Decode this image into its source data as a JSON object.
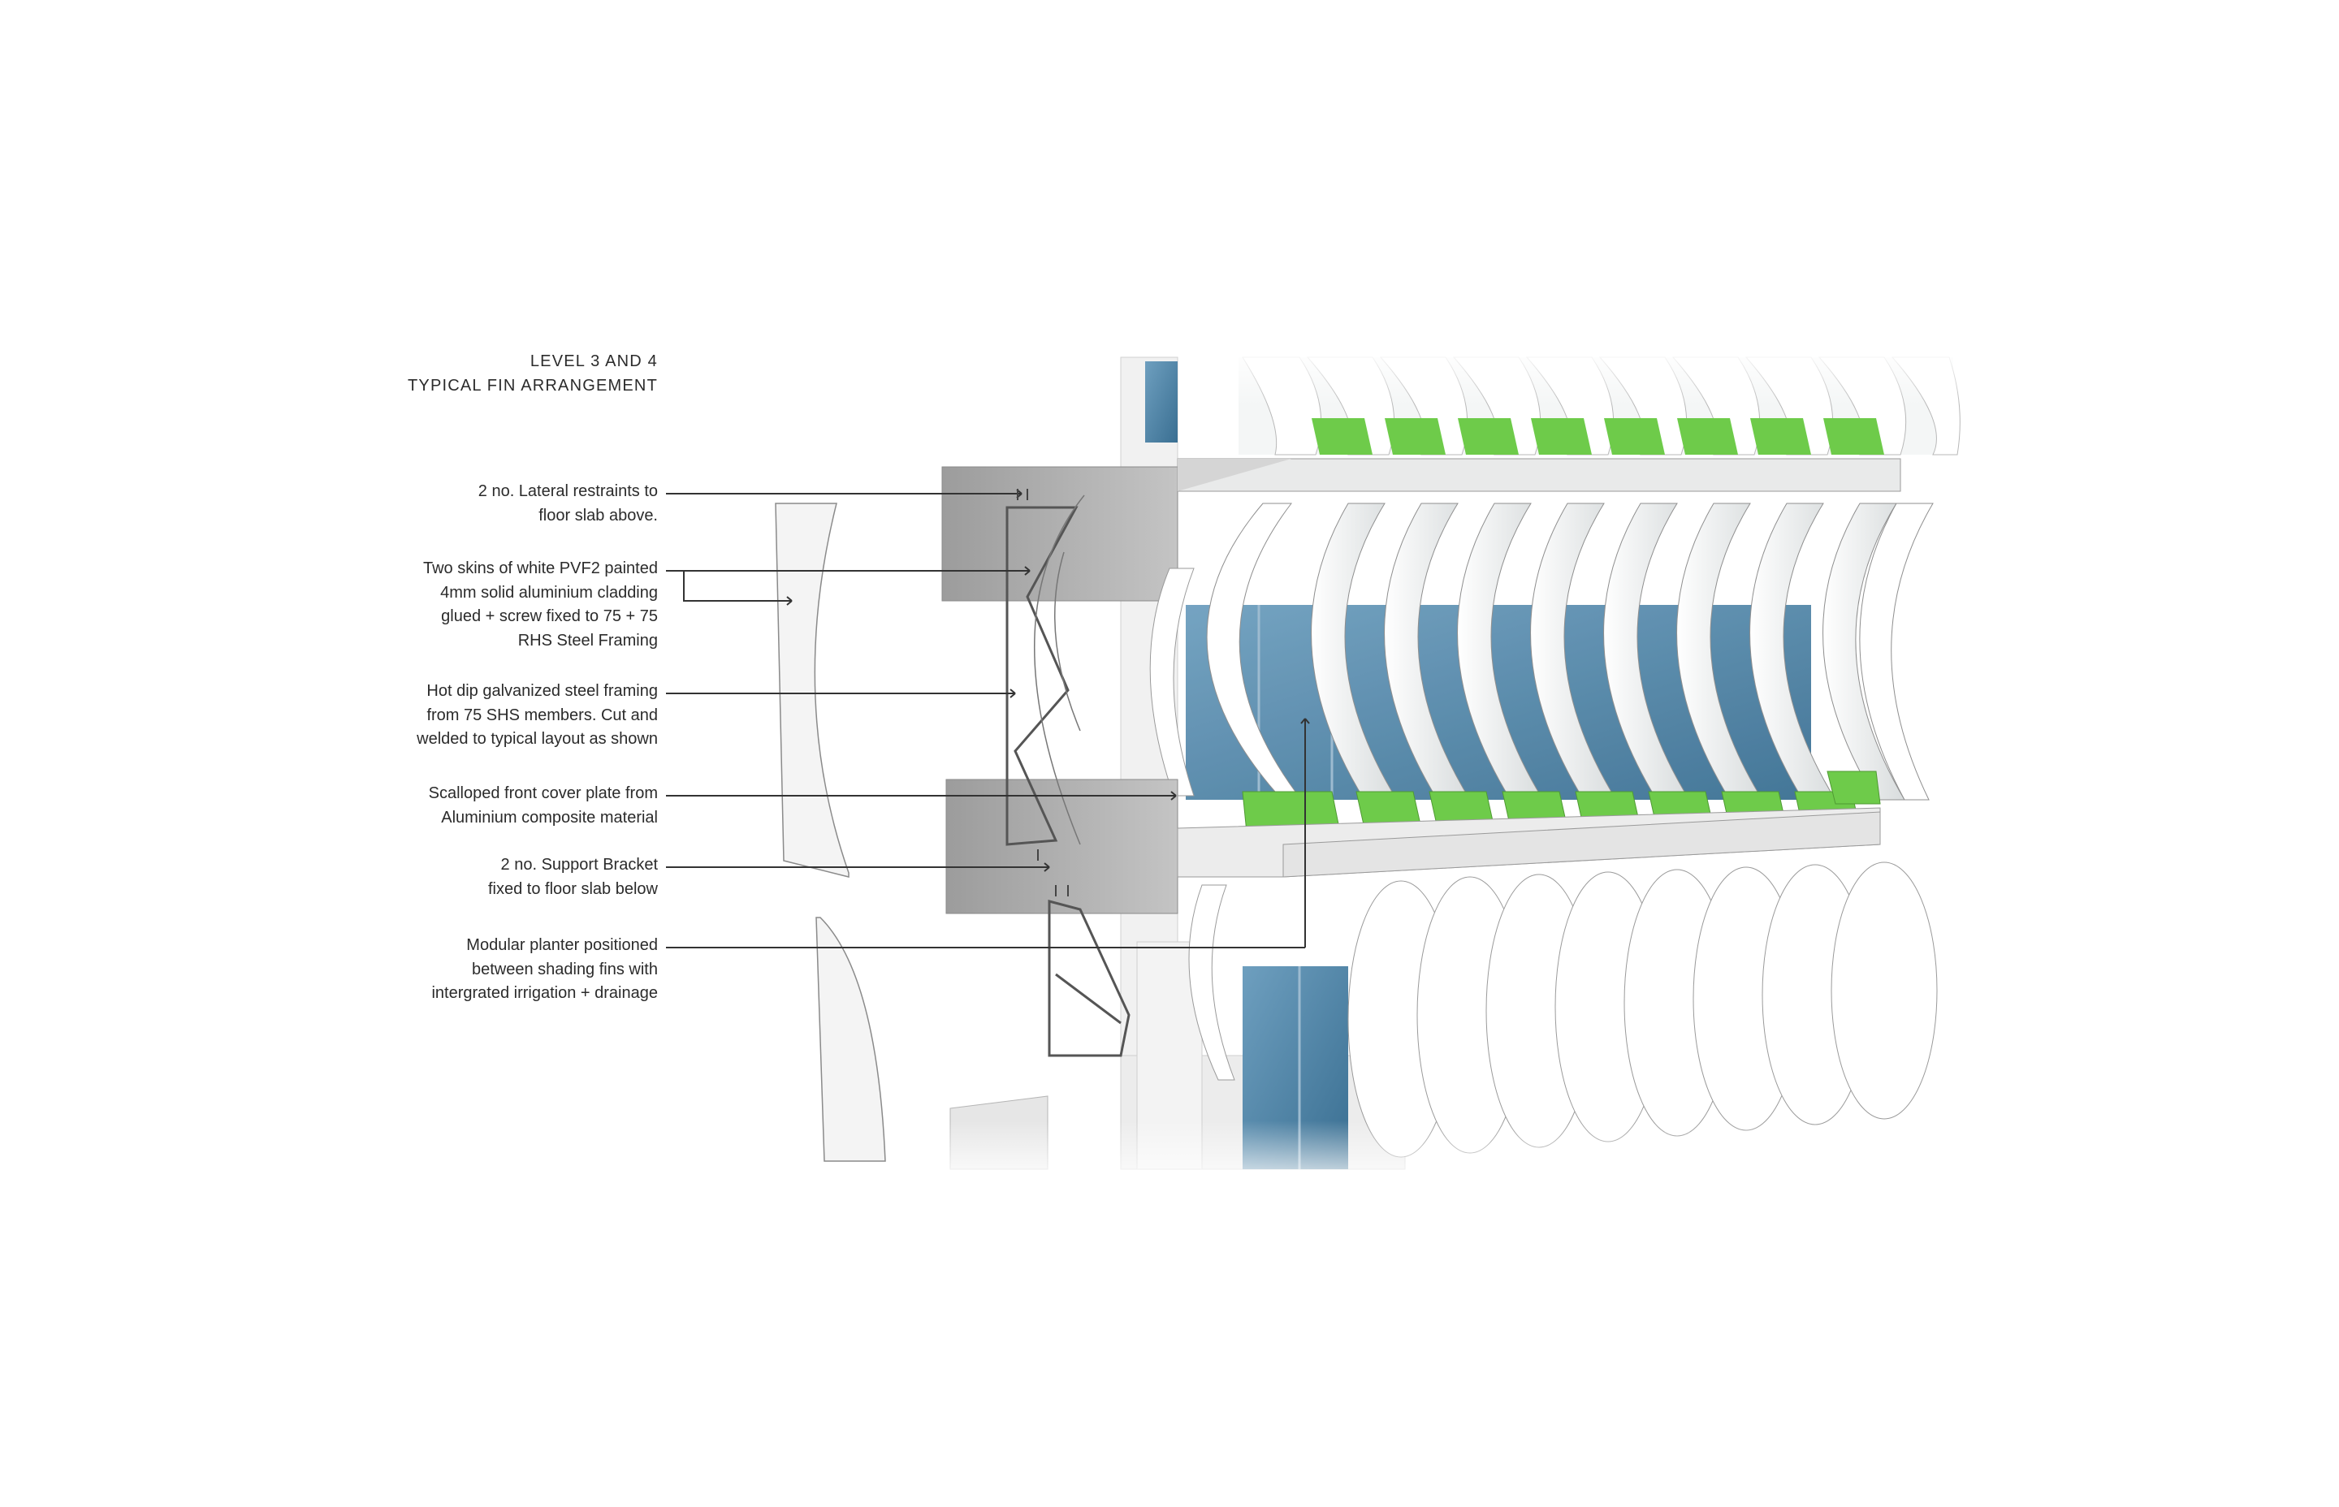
{
  "title": {
    "line1": "LEVEL 3 AND 4",
    "line2": "TYPICAL FIN ARRANGEMENT"
  },
  "annotations": [
    {
      "lines": [
        "2 no. Lateral restraints to",
        "floor slab above."
      ]
    },
    {
      "lines": [
        "Two skins of white PVF2 painted",
        "4mm solid aluminium cladding",
        "glued + screw fixed to 75 + 75",
        "RHS Steel Framing"
      ]
    },
    {
      "lines": [
        "Hot dip galvanized steel framing",
        "from 75 SHS members. Cut and",
        "welded to typical layout as shown"
      ]
    },
    {
      "lines": [
        "Scalloped front cover plate from",
        "Aluminium composite material"
      ]
    },
    {
      "lines": [
        "2 no.  Support Bracket",
        "fixed to floor slab below"
      ]
    },
    {
      "lines": [
        "Modular planter positioned",
        "between shading fins with",
        "intergrated irrigation + drainage"
      ]
    }
  ],
  "colors": {
    "text": "#2b2b2b",
    "leader": "#333333",
    "slab": "#a9a9a9",
    "slab_top": "#dcdcdc",
    "fin": "#ffffff",
    "glass": "#4f86a8",
    "planter": "#6ecb4a",
    "frame": "#555555"
  }
}
